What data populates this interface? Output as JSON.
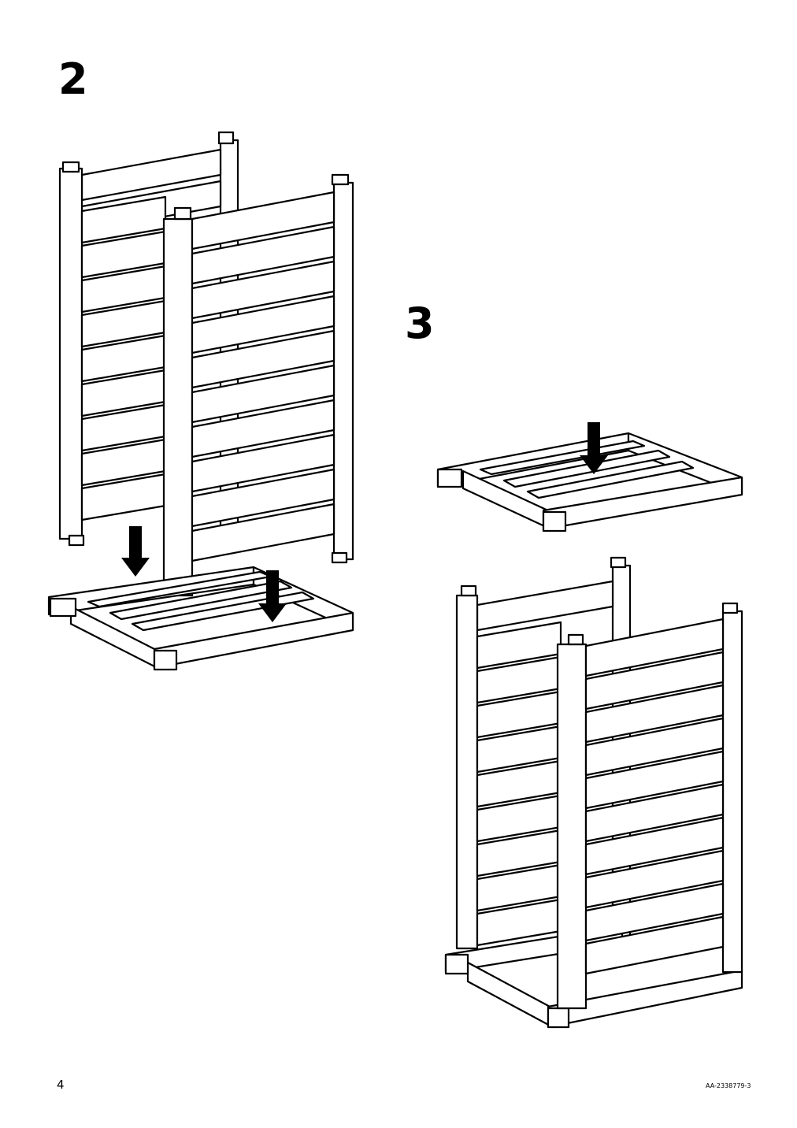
{
  "steps": [
    {
      "number": "2"
    },
    {
      "number": "3"
    }
  ],
  "footer": {
    "page_number": "4",
    "doc_code": "AA-2338779-3"
  },
  "colors": {
    "ink": "#000000",
    "paper": "#ffffff"
  },
  "icons": [
    "down-arrow-icon",
    "down-arrow-icon",
    "down-arrow-icon"
  ]
}
